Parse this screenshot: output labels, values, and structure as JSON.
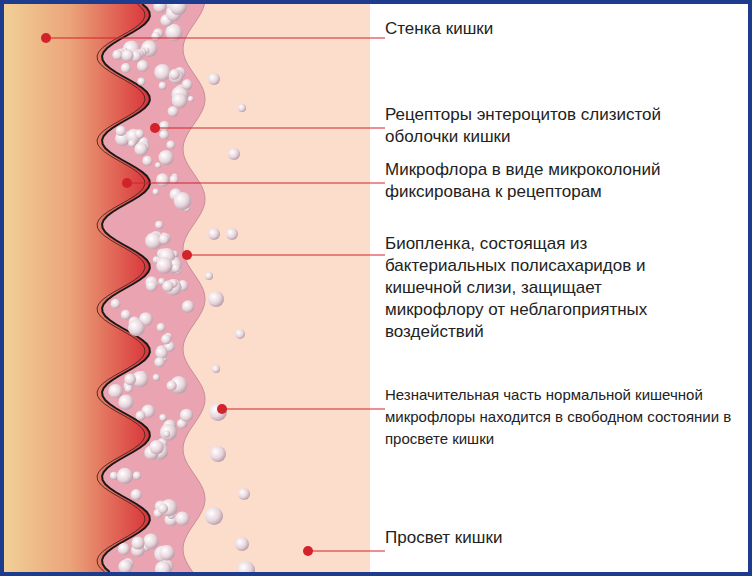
{
  "diagram": {
    "labels": [
      "Стенка кишки",
      "Рецепторы энтероцитов слизистой оболочки кишки",
      "Микрофлора в виде микроколоний фиксирована к рецепторам",
      "Биопленка, состоящая из бактериальных полисахаридов и кишечной слизи, защищает микрофлору от неблагоприятных воздействий",
      "Незначительная часть нормальной кишечной микрофлоры находится в свободном состоянии в просвете кишки",
      "Просвет кишки"
    ]
  }
}
